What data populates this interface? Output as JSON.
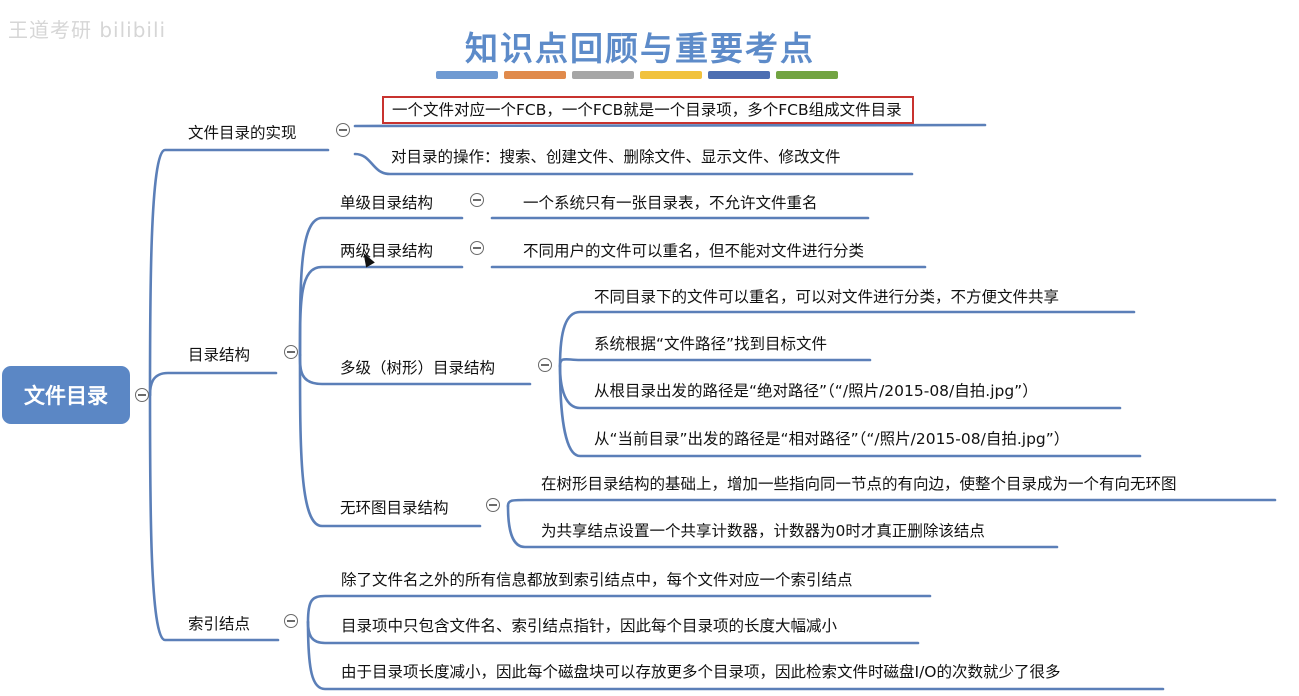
{
  "watermark": "王道考研 bilibili",
  "title": "知识点回顾与重要考点",
  "title_color": "#5d8bc9",
  "title_bars": [
    "#6f9ad2",
    "#e08a4b",
    "#a6a6a6",
    "#f1c23d",
    "#4c6eb2",
    "#72a442"
  ],
  "root": {
    "label": "文件目录",
    "color": "#5b87c5"
  },
  "branches": {
    "impl": {
      "label": "文件目录的实现",
      "items": [
        "一个文件对应一个FCB，一个FCB就是一个目录项，多个FCB组成文件目录",
        "对目录的操作：搜索、创建文件、删除文件、显示文件、修改文件"
      ]
    },
    "struct": {
      "label": "目录结构",
      "single": {
        "label": "单级目录结构",
        "item": "一个系统只有一张目录表，不允许文件重名"
      },
      "two": {
        "label": "两级目录结构",
        "item": "不同用户的文件可以重名，但不能对文件进行分类"
      },
      "multi": {
        "label": "多级（树形）目录结构",
        "items": [
          "不同目录下的文件可以重名，可以对文件进行分类，不方便文件共享",
          "系统根据“文件路径”找到目标文件",
          "从根目录出发的路径是“绝对路径”（“/照片/2015-08/自拍.jpg”）",
          "从“当前目录”出发的路径是“相对路径”（“/照片/2015-08/自拍.jpg”）"
        ]
      },
      "dag": {
        "label": "无环图目录结构",
        "items": [
          "在树形目录结构的基础上，增加一些指向同一节点的有向边，使整个目录成为一个有向无环图",
          "为共享结点设置一个共享计数器，计数器为0时才真正删除该结点"
        ]
      }
    },
    "inode": {
      "label": "索引结点",
      "items": [
        "除了文件名之外的所有信息都放到索引结点中，每个文件对应一个索引结点",
        "目录项中只包含文件名、索引结点指针，因此每个目录项的长度大幅减小",
        "由于目录项长度减小，因此每个磁盘块可以存放更多个目录项，因此检索文件时磁盘I/O的次数就少了很多"
      ]
    }
  },
  "line_color": "#5b7fb8",
  "highlight_border_color": "#c8332f"
}
